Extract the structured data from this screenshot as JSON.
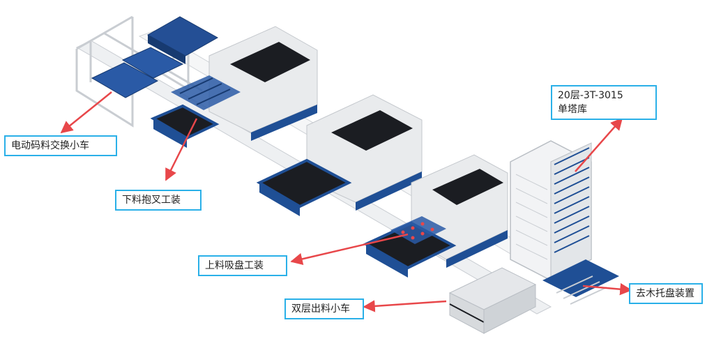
{
  "labels": {
    "tower_line1": "20层-3T-3015",
    "tower_line2": "单塔库",
    "exchange_cart": "电动码料交换小车",
    "fork_unload": "下料抱叉工装",
    "suction_load": "上料吸盘工装",
    "double_cart": "双层出料小车",
    "pallet_remove": "去木托盘装置"
  },
  "colors": {
    "callout_border": "#2ab0e8",
    "arrow": "#e8474a",
    "machine_blue": "#1f4f95",
    "frame_gray": "#dfe2e6",
    "bed_black": "#1b1d22"
  }
}
